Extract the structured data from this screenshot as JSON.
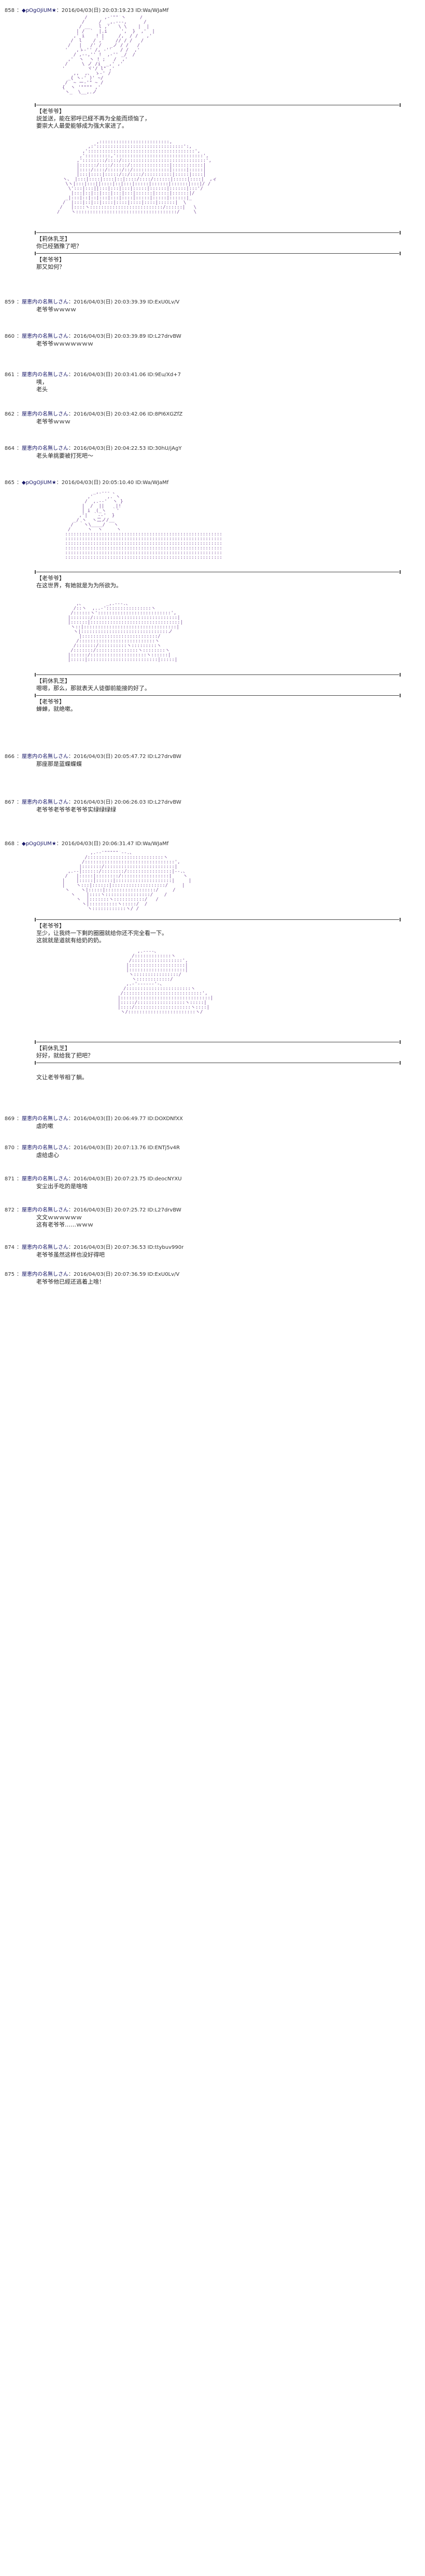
{
  "posts": {
    "p858": {
      "num": "858",
      "name": "◆pOgOJiUM★",
      "date": "2016/04/03(日) 20:03:19.23",
      "id": "ID:Wa/WJaMf",
      "speaker": "【老爷爷】",
      "text": "説並送，能在邪呼已経不再为全能而烦恼了，\n要崇大人最愛能够成为强大家进了。"
    },
    "p858b": {
      "speaker": "【莉休乳芝】",
      "text": "你已经猶豫了吧？"
    },
    "p858c": {
      "speaker": "【老爷爷】",
      "text": "那又如何？"
    },
    "p859": {
      "num": "859",
      "name": "屋恵内の名無しさん",
      "date": "2016/04/03(日) 20:03:39.39",
      "id": "ID:ExU0Lv/V",
      "text": "老爷爷ｗｗｗｗ"
    },
    "p860": {
      "num": "860",
      "name": "屋恵内の名無しさん",
      "date": "2016/04/03(日) 20:03:39.89",
      "id": "ID:L27drvBW",
      "text": "老爷爷ｗｗｗｗｗｗｗ"
    },
    "p861": {
      "num": "861",
      "name": "屋恵内の名無しさん",
      "date": "2016/04/03(日) 20:03:41.06",
      "id": "ID:9Eu/Xd+7",
      "text": "咦，\n老头"
    },
    "p862": {
      "num": "862",
      "name": "屋恵内の名無しさん",
      "date": "2016/04/03(日) 20:03:42.06",
      "id": "ID:8PI6XGZfZ",
      "text": "老爷爷ｗｗｗ"
    },
    "p864": {
      "num": "864",
      "name": "屋恵内の名無しさん",
      "date": "2016/04/03(日) 20:04:22.53",
      "id": "ID:30hU/jAgY",
      "text": "老头单挑要被打死吧～"
    },
    "p865": {
      "num": "865",
      "name": "◆pOgOJiUM★",
      "date": "2016/04/03(日) 20:05:10.40",
      "id": "ID:Wa/WJaMf",
      "speaker": "【老爷爷】",
      "text": "在这世界，有她就是为为所欲为。"
    },
    "p865b": {
      "speaker": "【莉休乳芝】",
      "text": "嗯嗯，那么，那就表天人徒御前能接的好了。"
    },
    "p865c": {
      "speaker": "【老爷爷】",
      "text": "蝉蝉，就绝嗽。"
    },
    "p866": {
      "num": "866",
      "name": "屋恵内の名無しさん",
      "date": "2016/04/03(日) 20:05:47.72",
      "id": "ID:L27drvBW",
      "text": "那座那是蓝蝶蝶蝶"
    },
    "p867": {
      "num": "867",
      "name": "屋恵内の名無しさん",
      "date": "2016/04/03(日) 20:06:26.03",
      "id": "ID:L27drvBW",
      "text": "老爷爷老爷爷老爷爷实绿绿绿绿"
    },
    "p868": {
      "num": "868",
      "name": "◆pOgOJiUM★",
      "date": "2016/04/03(日) 20:06:31.47",
      "id": "ID:Wa/WJaMf",
      "speaker": "【老爷爷】",
      "text": "至少，让我终一下剩的圈圈就给你还不完全看一下。\n这就就是道就有给奶的奶。"
    },
    "p868b": {
      "speaker": "【莉休乳芝】",
      "text": "好好，就给我了把吧？"
    },
    "p868c": {
      "text": "文让老爷爷相了躺。"
    },
    "p869": {
      "num": "869",
      "name": "屋恵内の名無しさん",
      "date": "2016/04/03(日) 20:06:49.77",
      "id": "ID:DOXDNfXX",
      "text": "虐的嗽"
    },
    "p870": {
      "num": "870",
      "name": "屋恵内の名無しさん",
      "date": "2016/04/03(日) 20:07:13.76",
      "id": "ID:ENTj5v4R",
      "text": "虐给虐心"
    },
    "p871": {
      "num": "871",
      "name": "屋恵内の名無しさん",
      "date": "2016/04/03(日) 20:07:23.75",
      "id": "ID:deocNYXU",
      "text": "安尘出手吃的是啥啥"
    },
    "p872": {
      "num": "872",
      "name": "屋恵内の名無しさん",
      "date": "2016/04/03(日) 20:07:25.72",
      "id": "ID:L27drvBW",
      "text": "文文ｗｗｗｗｗｗ\n这有老爷爷……ｗｗｗ"
    },
    "p874": {
      "num": "874",
      "name": "屋恵内の名無しさん",
      "date": "2016/04/03(日) 20:07:36.53",
      "id": "ID:ttybuv990r",
      "text": "老爷爷虽然这样也没好得吧"
    },
    "p875": {
      "num": "875",
      "name": "屋恵内の名無しさん",
      "date": "2016/04/03(日) 20:07:36.59",
      "id": "ID:ExU0Lv/V",
      "text": "老爷爷他已經还逃着上啥！"
    }
  },
  "ascii_art": [
    "        /      ,-'\"\"`ヽ     /\n       /     /  _,.-‐‐,      /\n      / __   l ,'   \\ \\    |  |\n     | /  `  |.i     ',  }  ,'  |\n    ,' i    ! |     /,  / /   ,'\n   /  l    / ,'    // / /   /\n  /   |   /' /   _ノ / /   /\n '   ,ゝ-'' /, -''   / /  ,'\n    / ,--,'' !  ,-'' _/  /\n  ,'  ヽ  ヽ ! ;   /  ,'\n /     \\ ノ /i  _,' ,'\n'        ヾ'/ l\" ,'\n    ,,  ,、 ゝ-' /\n  _{ ヽ-' )' ~/\n /  ~ ー-'\" ~ /\n{  ヽ '\"\"\"\" ,'\n ヽ_  \\__,.ノ",
    "              ,:::::::::::::::::::::::::,\n           ,:':::::::::::::::::::::::::::::::':,\n         ,'::::::::::::::::::::::::::::::::::::::',\n        ,':::::::::,':::::::::::::::::::::::::::::::',\n       ,'::::::::/::::/::::::::::::::::::::::::::::::',\n       |::::::/::::/:::::/::::::::::::::|:::::::::::|\n       |::::/::::/:::::/::/:::::::::::::|:::::|:::::|\n       |:::|::::|:::::/::/::::/::::::::::|:::::|::::|\n  ヽ、 |:::|::::|::::|::|::::/::::/::::::|:::::|::::|  ,ィ\n   \\ヽ|:::|:::||::::|::|:::|:::::|::::::|::::::|:::|/ /\n    \\':::|:::||:::|:::|:::|:::::|::::::|::::::|:::'/\n     |:::|::|::|:::|:::|:::|::::::|:::::|::::::|/\n   _|:::|::|::|:::|:::|::::|:::::|:::::|::::::|_\n  /  |:::|::|::|::::|::::|::::|::::|::::::|  \\\n /   |::::ヽ::::::::::::::::::::::::::/::::::|   \\\n/    ヽ::::::::::::::::::::::::::::::::::::/     \\",
    "           _,.-‐- 、\n         ,'     ,. ヽ\n        /  ,.-‐'  ヽ }\n       |  /  ||    |!\n       | i  (_ヽ  ｀'\n      ,'|  ｀-‐'  }\n    _/ ヽ  ヽ二ノ/__\n   /  ｀ヽ\\____/   ヽ\n  /      ヽ  ヽ     ヽ\n ::::::::::::::::::::::::::::::::::::::::::::::::::::::::\n ::::::::::::::::::::::::::::::::::::::::::::::::::::::::\n ::::::::::::::::::::::::::::::::::::::::::::::::::::::::\n ::::::::::::::::::::::::::::::::::::::::::::::::::::::::\n ::::::::::::::::::::::::::::::::::::::::::::::::::::::::\n ::::::::::::::::::::::::::::::::::::::::::::::::::::::::",
    "     ,、        _,.-‐-.、\n    /::ヽ  ,..-'::::::::::::::::ヽ\n   /::::::ヽ'::::::::::::::::::::::::::',\n  |:::::::/::::::::::::::::::::::::::::::|\n  |::::::|::::::::::::::::::::::::::::::::|\n   ヽ::|:::::::::::::::::::::::::::::::::|\n    ヽ|:::::::::::::::::::::::::::::::ノ\n      |:::::::::::::::::::::::::::/\n     /:::::::::::::::::::::::::::ヽ\n    /:::::::/::::::::::ヽ:::::::::ヽ\n   /:::::::/:::::::::::::::ヽ::::::::ヽ\n  |::::::/::::::::::::::::::::ヽ::::::|\n  |:::::|:::::::::::::::::::::::::|:::::|",
    "          ,.-‐'\"\"\"\"\"`‐-.、\n        /:::::::::::::::::::::::::::ヽ\n       /::::::::::::::::::::::::::::::::',\n      |:::::::/:::::::::::::::::::::::::|\n  ,.-‐|::::::/::::::::/::::::::::::::::|‐-.、\n /   |:::::|::::::::/:::::::::::::::::|    ヽ\n|    |:::::|::::::|::::::::::::::::::::|     |\n|    ヽ:::|::::::|:::::::::::::::::::/     |\n ヽ    ヽ|:::::|::::::::::::::::::/     /\n   ヽ    |::::ヽ::::::::::::::::/    /\n     ヽ  |:::::::ヽ:::::::::::/   /\n       ヽ|::::::::::ヽ:::::/  /\n         ヽ::::::::::::ヽ/ /",
    "            ,.-‐‐-、\n          /:::::::::::::ヽ\n         /::::::::::::::::::',\n        |::::::::::::::::::::|\n        |::::::::::::::::::::|\n         ヽ::::::::::::::::/\n          ヽ::::::::::::/\n        ,.-'‐‐‐‐‐‐'-、\n       /:::::::::::::::::::::::ヽ\n      /::::::::::::::::::::::::::::',\n     |::::::::::::::::::::::::::::::::|\n     |:::::/:::::::::::::::::ヽ:::::|\n     |::::/::::::::::::::::::::ヽ::::|\n      ヽ/::::::::::::::::::::::::ヽ/"
  ]
}
